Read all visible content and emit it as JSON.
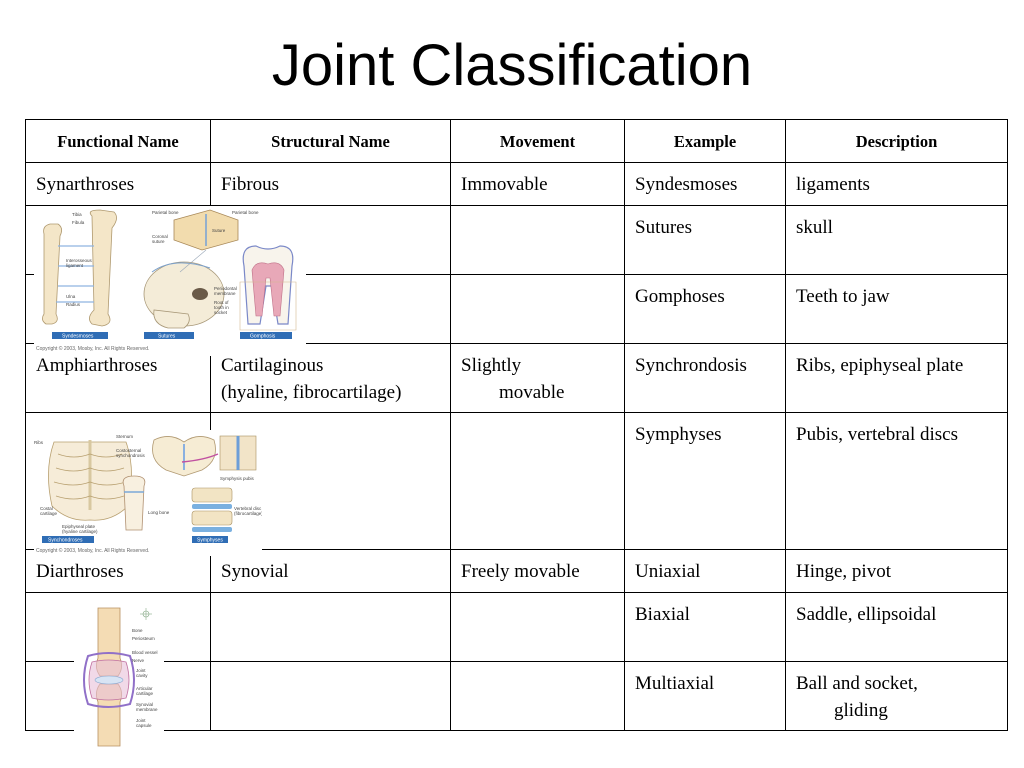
{
  "title": "Joint Classification",
  "headers": [
    "Functional Name",
    "Structural Name",
    "Movement",
    "Example",
    "Description"
  ],
  "rows": [
    {
      "functional": "Synarthroses",
      "structural": "Fibrous",
      "movement": "Immovable",
      "example": "Syndesmoses",
      "description": "ligaments"
    },
    {
      "functional": "",
      "structural": "",
      "movement": "",
      "example": "Sutures",
      "description": "skull"
    },
    {
      "functional": "",
      "structural": "",
      "movement": "",
      "example": "Gomphoses",
      "description": "Teeth to jaw"
    },
    {
      "functional": "Amphiarthroses",
      "structural": "Cartilaginous",
      "structural_line2": "(hyaline, fibrocartilage)",
      "movement": "Slightly",
      "movement_line2": "movable",
      "example": "Synchrondosis",
      "description": "Ribs, epiphyseal plate"
    },
    {
      "functional": "",
      "structural": "",
      "movement": "",
      "example": "Symphyses",
      "description": "Pubis, vertebral discs"
    },
    {
      "functional": "Diarthroses",
      "structural": "Synovial",
      "movement": "Freely movable",
      "example": "Uniaxial",
      "description": "Hinge, pivot"
    },
    {
      "functional": "",
      "structural": "",
      "movement": "",
      "example": "Biaxial",
      "description": "Saddle, ellipsoidal"
    },
    {
      "functional": "",
      "structural": "",
      "movement": "",
      "example": "Multiaxial",
      "description": "Ball and socket,",
      "description_line2": "gliding"
    }
  ],
  "figures": {
    "fibrous": {
      "labels": [
        "Syndesmoses",
        "Sutures",
        "Gomphosis"
      ],
      "copyright": "Copyright © 2003, Mosby, Inc. All Rights Reserved."
    },
    "cartilaginous": {
      "labels": [
        "Synchondroses",
        "Symphyses"
      ],
      "copyright": "Copyright © 2003, Mosby, Inc. All Rights Reserved."
    }
  }
}
